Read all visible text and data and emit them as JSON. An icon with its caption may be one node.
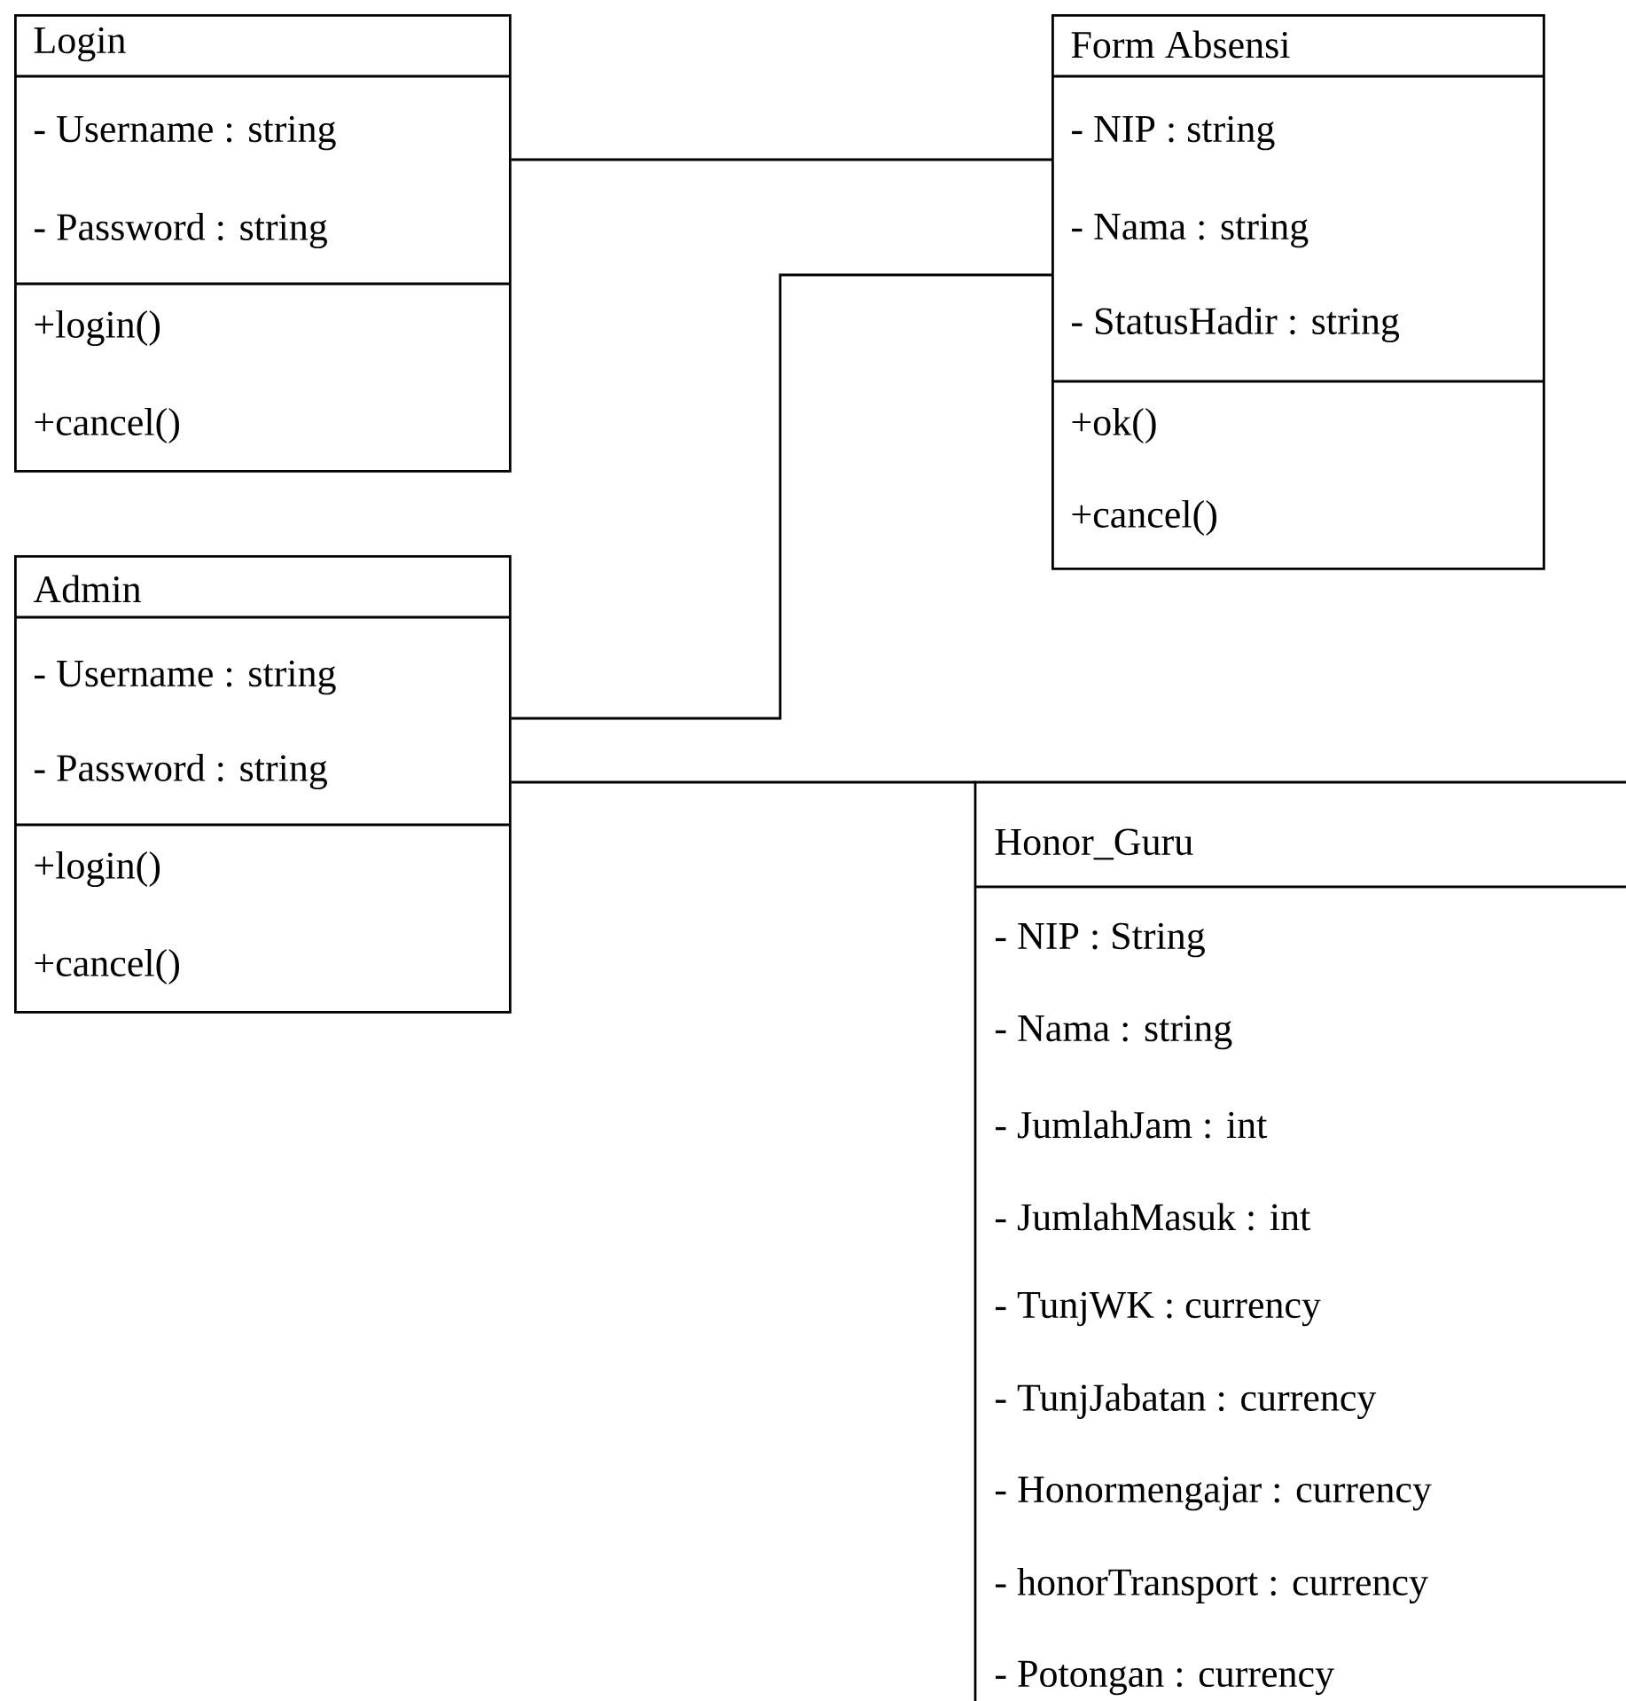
{
  "diagram": {
    "nodes": [
      {
        "text": [
          "Login",
          "- Username : string",
          "- Password : string",
          "+login()",
          "+cancel()"
        ]
      },
      {
        "text": [
          "Form Absensi",
          "- NIP : string",
          "- Nama : string",
          "- StatusHadir : string",
          "+ok()",
          "+cancel()"
        ]
      },
      {
        "text": [
          "Admin",
          "- Username : string",
          "- Password : string",
          "+login()",
          "+cancel()"
        ]
      },
      {
        "text": [
          "Honor_Guru",
          "- NIP : String",
          "- Nama : string",
          "- JumlahJam : int",
          "- JumlahMasuk : int",
          "- TunjWK : currency",
          "- TunjJabatan : currency",
          "- Honormengajar :  currency",
          "- honorTransport : currency",
          "- Potongan : currency"
        ]
      }
    ],
    "edges": [
      {
        "from": 0,
        "to": 1,
        "arrow": "none"
      },
      {
        "from": 2,
        "to": 1,
        "arrow": "none"
      },
      {
        "from": 2,
        "to": 3,
        "arrow": "none"
      }
    ]
  }
}
